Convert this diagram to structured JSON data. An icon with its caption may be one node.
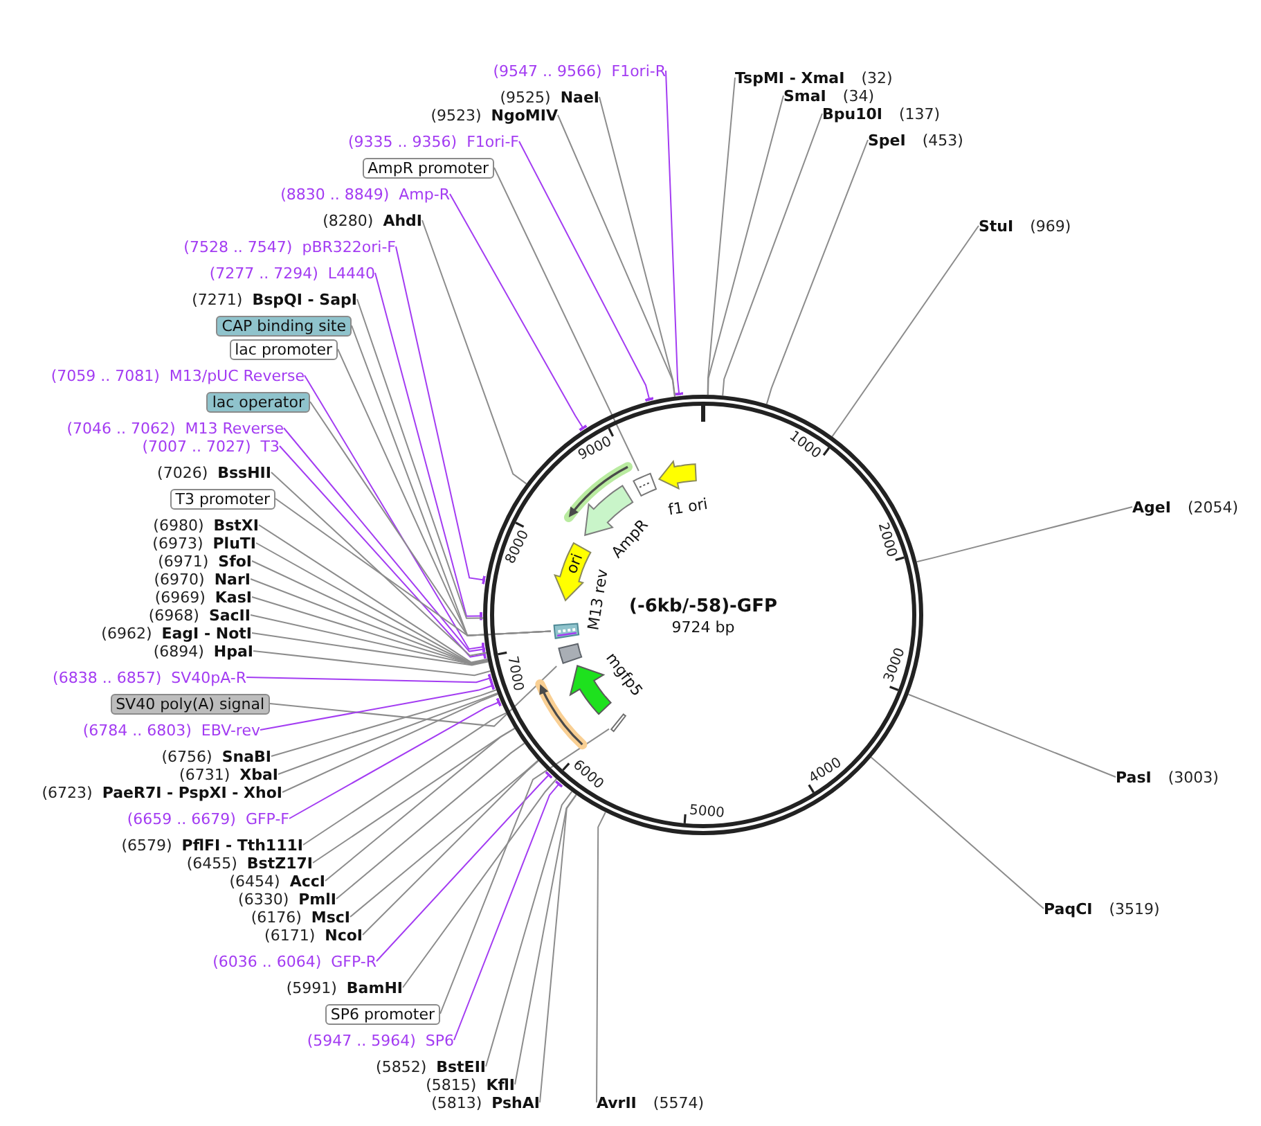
{
  "diagram": {
    "nodes": [
      {
        "text": [
          "(9547 .. 9566)",
          "F1ori-R"
        ]
      },
      {
        "text": [
          "(9525)",
          "NaeI"
        ]
      },
      {
        "text": [
          "(9523)",
          "NgoMIV"
        ]
      },
      {
        "text": [
          "(9335 .. 9356)",
          "F1ori-F"
        ]
      },
      {
        "text": [
          "AmpR promoter"
        ]
      },
      {
        "text": [
          "(8830 .. 8849)",
          "Amp-R"
        ]
      },
      {
        "text": [
          "(8280)",
          "AhdI"
        ]
      },
      {
        "text": [
          "(7528 .. 7547)",
          "pBR322ori-F"
        ]
      },
      {
        "text": [
          "(7277 .. 7294)",
          "L4440"
        ]
      },
      {
        "text": [
          "(7271)",
          "BspQI - SapI"
        ]
      },
      {
        "text": [
          "CAP binding site"
        ]
      },
      {
        "text": [
          "lac promoter"
        ]
      },
      {
        "text": [
          "(7059 .. 7081)",
          "M13/pUC Reverse"
        ]
      },
      {
        "text": [
          "lac operator"
        ]
      },
      {
        "text": [
          "(7046 .. 7062)",
          "M13 Reverse"
        ]
      },
      {
        "text": [
          "(7007 .. 7027)",
          "T3"
        ]
      },
      {
        "text": [
          "(7026)",
          "BssHII"
        ]
      },
      {
        "text": [
          "T3 promoter"
        ]
      },
      {
        "text": [
          "(6980)",
          "BstXI"
        ]
      },
      {
        "text": [
          "(6973)",
          "PluTI"
        ]
      },
      {
        "text": [
          "(6971)",
          "SfoI"
        ]
      },
      {
        "text": [
          "(6970)",
          "NarI"
        ]
      },
      {
        "text": [
          "(6969)",
          "KasI"
        ]
      },
      {
        "text": [
          "(6968)",
          "SacII"
        ]
      },
      {
        "text": [
          "(6962)",
          "EagI - NotI"
        ]
      },
      {
        "text": [
          "(6894)",
          "HpaI"
        ]
      },
      {
        "text": [
          "(6838 .. 6857)",
          "SV40pA-R"
        ]
      },
      {
        "text": [
          "SV40 poly(A) signal"
        ]
      },
      {
        "text": [
          "(6784 .. 6803)",
          "EBV-rev"
        ]
      },
      {
        "text": [
          "(6756)",
          "SnaBI"
        ]
      },
      {
        "text": [
          "(6731)",
          "XbaI"
        ]
      },
      {
        "text": [
          "(6723)",
          "PaeR7I - PspXI - XhoI"
        ]
      },
      {
        "text": [
          "(6659 .. 6679)",
          "GFP-F"
        ]
      },
      {
        "text": [
          "(6579)",
          "PflFI - Tth111I"
        ]
      },
      {
        "text": [
          "(6455)",
          "BstZ17I"
        ]
      },
      {
        "text": [
          "(6454)",
          "AccI"
        ]
      },
      {
        "text": [
          "(6330)",
          "PmlI"
        ]
      },
      {
        "text": [
          "(6176)",
          "MscI"
        ]
      },
      {
        "text": [
          "(6171)",
          "NcoI"
        ]
      },
      {
        "text": [
          "(6036 .. 6064)",
          "GFP-R"
        ]
      },
      {
        "text": [
          "(5991)",
          "BamHI"
        ]
      },
      {
        "text": [
          "SP6 promoter"
        ]
      },
      {
        "text": [
          "(5947 .. 5964)",
          "SP6"
        ]
      },
      {
        "text": [
          "(5852)",
          "BstEII"
        ]
      },
      {
        "text": [
          "(5815)",
          "KflI"
        ]
      },
      {
        "text": [
          "(5813)",
          "PshAI"
        ]
      },
      {
        "text": [
          "AvrII",
          "(5574)"
        ]
      },
      {
        "text": [
          "TspMI - XmaI",
          "(32)"
        ]
      },
      {
        "text": [
          "SmaI",
          "(34)"
        ]
      },
      {
        "text": [
          "Bpu10I",
          "(137)"
        ]
      },
      {
        "text": [
          "SpeI",
          "(453)"
        ]
      },
      {
        "text": [
          "StuI",
          "(969)"
        ]
      },
      {
        "text": [
          "AgeI",
          "(2054)"
        ]
      },
      {
        "text": [
          "PasI",
          "(3003)"
        ]
      },
      {
        "text": [
          "PaqCI",
          "(3519)"
        ]
      },
      {
        "text": [
          "(-6kb/-58)-GFP",
          "9724 bp"
        ]
      },
      {
        "text": [
          "f1 ori"
        ],
        "in": 55
      },
      {
        "text": [],
        "shape": "box",
        "in": 55
      },
      {
        "text": [
          "AmpR"
        ],
        "in": 55
      },
      {
        "text": [
          "ori"
        ],
        "in": 55
      },
      {
        "text": [
          "M13 rev"
        ],
        "in": 55
      },
      {
        "text": [],
        "shape": "box",
        "in": 55
      },
      {
        "text": [
          "mgfp5"
        ],
        "in": 55
      },
      {
        "text": [],
        "shape": "bar",
        "in": 55
      }
    ],
    "edges": [
      {
        "from": 0,
        "to": 55,
        "arrow": "other",
        "color": "#a33cf2"
      },
      {
        "from": 1,
        "to": 55,
        "arrow": "none"
      },
      {
        "from": 2,
        "to": 55,
        "arrow": "none"
      },
      {
        "from": 3,
        "to": 55,
        "arrow": "other",
        "color": "#a33cf2"
      },
      {
        "from": 4,
        "to": 57,
        "arrow": "none"
      },
      {
        "from": 5,
        "to": 55,
        "arrow": "other",
        "color": "#a33cf2"
      },
      {
        "from": 6,
        "to": 55,
        "arrow": "none"
      },
      {
        "from": 7,
        "to": 55,
        "arrow": "other",
        "color": "#a33cf2"
      },
      {
        "from": 8,
        "to": 55,
        "arrow": "other",
        "color": "#a33cf2"
      },
      {
        "from": 9,
        "to": 55,
        "arrow": "none"
      },
      {
        "from": 10,
        "to": 60,
        "arrow": "none"
      },
      {
        "from": 11,
        "to": 60,
        "arrow": "none"
      },
      {
        "from": 12,
        "to": 55,
        "arrow": "other",
        "color": "#a33cf2"
      },
      {
        "from": 13,
        "to": 60,
        "arrow": "none"
      },
      {
        "from": 14,
        "to": 55,
        "arrow": "other",
        "color": "#a33cf2"
      },
      {
        "from": 15,
        "to": 55,
        "arrow": "other",
        "color": "#a33cf2"
      },
      {
        "from": 16,
        "to": 55,
        "arrow": "none"
      },
      {
        "from": 17,
        "to": 60,
        "arrow": "none"
      },
      {
        "from": 18,
        "to": 55,
        "arrow": "none"
      },
      {
        "from": 19,
        "to": 55,
        "arrow": "none"
      },
      {
        "from": 20,
        "to": 55,
        "arrow": "none"
      },
      {
        "from": 21,
        "to": 55,
        "arrow": "none"
      },
      {
        "from": 22,
        "to": 55,
        "arrow": "none"
      },
      {
        "from": 23,
        "to": 55,
        "arrow": "none"
      },
      {
        "from": 24,
        "to": 55,
        "arrow": "none"
      },
      {
        "from": 25,
        "to": 55,
        "arrow": "none"
      },
      {
        "from": 26,
        "to": 55,
        "arrow": "other",
        "color": "#a33cf2"
      },
      {
        "from": 27,
        "to": 61,
        "arrow": "none"
      },
      {
        "from": 28,
        "to": 55,
        "arrow": "other",
        "color": "#a33cf2"
      },
      {
        "from": 29,
        "to": 55,
        "arrow": "none"
      },
      {
        "from": 30,
        "to": 55,
        "arrow": "none"
      },
      {
        "from": 31,
        "to": 55,
        "arrow": "none"
      },
      {
        "from": 32,
        "to": 55,
        "arrow": "other",
        "color": "#a33cf2"
      },
      {
        "from": 33,
        "to": 55,
        "arrow": "none"
      },
      {
        "from": 34,
        "to": 55,
        "arrow": "none"
      },
      {
        "from": 35,
        "to": 55,
        "arrow": "none"
      },
      {
        "from": 36,
        "to": 55,
        "arrow": "none"
      },
      {
        "from": 37,
        "to": 55,
        "arrow": "none"
      },
      {
        "from": 38,
        "to": 55,
        "arrow": "none"
      },
      {
        "from": 39,
        "to": 55,
        "arrow": "other",
        "color": "#a33cf2"
      },
      {
        "from": 40,
        "to": 55,
        "arrow": "none"
      },
      {
        "from": 41,
        "to": 63,
        "arrow": "none"
      },
      {
        "from": 42,
        "to": 55,
        "arrow": "other",
        "color": "#a33cf2"
      },
      {
        "from": 43,
        "to": 55,
        "arrow": "none"
      },
      {
        "from": 44,
        "to": 55,
        "arrow": "none"
      },
      {
        "from": 45,
        "to": 55,
        "arrow": "none"
      },
      {
        "from": 46,
        "to": 55,
        "arrow": "none"
      },
      {
        "from": 47,
        "to": 55,
        "arrow": "none"
      },
      {
        "from": 48,
        "to": 55,
        "arrow": "none"
      },
      {
        "from": 49,
        "to": 55,
        "arrow": "none"
      },
      {
        "from": 50,
        "to": 55,
        "arrow": "none"
      },
      {
        "from": 51,
        "to": 55,
        "arrow": "none"
      },
      {
        "from": 52,
        "to": 55,
        "arrow": "none"
      },
      {
        "from": 53,
        "to": 55,
        "arrow": "none"
      },
      {
        "from": 54,
        "to": 55,
        "arrow": "none"
      }
    ],
    "labels": [
      "1000",
      "2000",
      "3000",
      "4000",
      "5000",
      "6000",
      "7000",
      "8000",
      "9000"
    ]
  }
}
